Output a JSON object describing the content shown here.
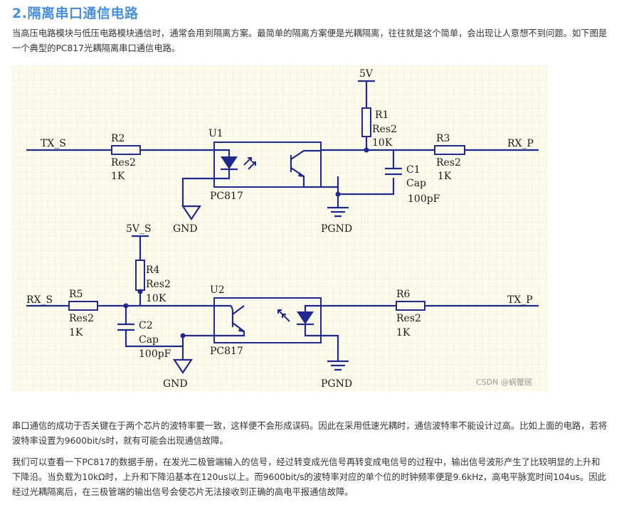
{
  "heading": "2.隔离串口通信电路",
  "intro": "当高压电路模块与低压电路模块通信时，通常会用到隔离方案。最简单的隔离方案便是光耦隔离，往往就是这个简单，会出现让人意想不到问题。如下图是一个典型的PC817光耦隔离串口通信电路。",
  "schematic": {
    "labels": {
      "tx_s": "TX_S",
      "rx_p": "RX_P",
      "rx_s": "RX_S",
      "tx_p": "TX_P",
      "vcc_top": "5V",
      "vcc_s": "5V_S",
      "gnd_1": "GND",
      "pgnd_1": "PGND",
      "gnd_2": "GND",
      "pgnd_2": "PGND",
      "r1": "R1",
      "r1_type": "Res2",
      "r1_val": "10K",
      "r2": "R2",
      "r2_type": "Res2",
      "r2_val": "1K",
      "r3": "R3",
      "r3_type": "Res2",
      "r3_val": "1K",
      "r4": "R4",
      "r4_type": "Res2",
      "r4_val": "10K",
      "r5": "R5",
      "r5_type": "Res2",
      "r5_val": "1K",
      "r6": "R6",
      "r6_type": "Res2",
      "r6_val": "1K",
      "c1": "C1",
      "c1_type": "Cap",
      "c1_val": "100pF",
      "c2": "C2",
      "c2_type": "Cap",
      "c2_val": "100pF",
      "u1": "U1",
      "u1_part": "PC817",
      "u2": "U2",
      "u2_part": "PC817"
    },
    "watermark": "CSDN @蜗蟹居"
  },
  "para2": "串口通信的成功于否关键在于两个芯片的波特率要一致，这样便不会形成误码。因此在采用低速光耦时，通信波特率不能设计过高。比如上面的电路，若将波特率设置为9600bit/s时，就有可能会出现通信故障。",
  "para3": "我们可以查看一下PC817的数据手册，在发光二极管端输入的信号，经过转变成光信号再转变成电信号的过程中，输出信号波形产生了比较明显的上升和下降沿。当负载为10kΩ时，上升和下降沿基本在120us以上。而9600bit/s的波特率对应的单个位的时钟频率便是9.6kHz，高电平脉宽时间104us。因此经过光耦隔离后，在三极管端的输出信号会使芯片无法接收到正确的高电平报通信故障。",
  "colors": {
    "heading": "#4a90d9",
    "wire": "#1f2a8c",
    "schematic_bg": "#fdfcec",
    "grid": "#d9d9d4"
  }
}
